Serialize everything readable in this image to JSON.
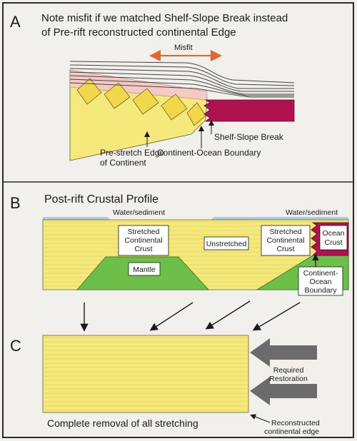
{
  "panel_a": {
    "letter": "A",
    "title_line1": "Note misfit if we matched Shelf-Slope Break instead",
    "title_line2": "of Pre-rift reconstructed continental Edge",
    "label_misfit": "Misfit",
    "label_shelf_break": "Shelf-Slope Break",
    "label_cob": "Continent-Ocean Boundary",
    "label_prestretch_1": "Pre-stretch Edge",
    "label_prestretch_2": "of Continent"
  },
  "panel_b": {
    "letter": "B",
    "title": "Post-rift Crustal Profile",
    "label_water_left": "Water/sediment",
    "label_water_right": "Water/sediment",
    "label_stretched_left_1": "Stretched",
    "label_stretched_left_2": "Continental",
    "label_stretched_left_3": "Crust",
    "label_mantle": "Mantle",
    "label_unstretched": "Unstretched",
    "label_stretched_right_1": "Stretched",
    "label_stretched_right_2": "Continental",
    "label_stretched_right_3": "Crust",
    "label_ocean_1": "Ocean",
    "label_ocean_2": "Crust",
    "label_cob_1": "Continent-",
    "label_cob_2": "Ocean",
    "label_cob_3": "Boundary"
  },
  "panel_c": {
    "letter": "C",
    "label_required_1": "Required",
    "label_required_2": "Restoration",
    "caption": "Complete removal of all stretching",
    "label_reconstructed_1": "Reconstructed",
    "label_reconstructed_2": "continental edge"
  },
  "colors": {
    "continental_crust": "#f4e97a",
    "crust_dark": "#f0d84a",
    "mantle": "#6cc04a",
    "ocean_crust": "#b0124e",
    "water": "#a9cde0",
    "sediment_pink": "#f5c9c4",
    "misfit_arrow": "#e8642a",
    "restoration_arrow": "#6b6b6b",
    "border": "#2a2a2a"
  }
}
